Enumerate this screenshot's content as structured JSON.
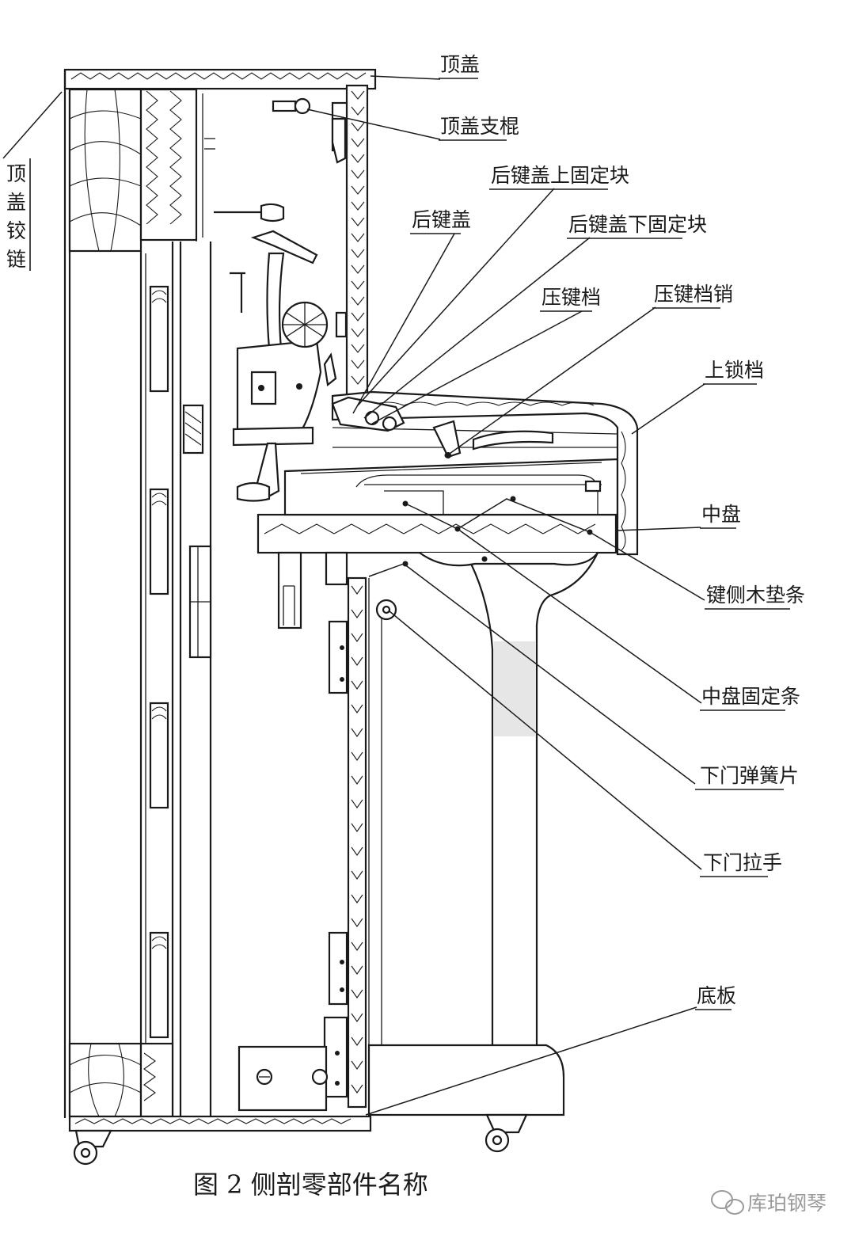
{
  "figure": {
    "caption": "图 2  侧剖零部件名称",
    "watermark": "库珀钢琴"
  },
  "labels": {
    "top_lid": "顶盖",
    "top_lid_prop": "顶盖支棍",
    "back_fall_upper_block": "后键盖上固定块",
    "back_fall": "后键盖",
    "back_fall_lower_block": "后键盖下固定块",
    "key_slip_rail": "压键档",
    "key_slip_pin": "压键档销",
    "lock_rail": "上锁档",
    "key_bed": "中盘",
    "key_side_strip": "键侧木垫条",
    "key_bed_fixing_strip": "中盘固定条",
    "lower_door_spring": "下门弹簧片",
    "lower_door_handle": "下门拉手",
    "bottom_board": "底板",
    "top_lid_hinge": [
      "顶",
      "盖",
      "铰",
      "链"
    ]
  }
}
